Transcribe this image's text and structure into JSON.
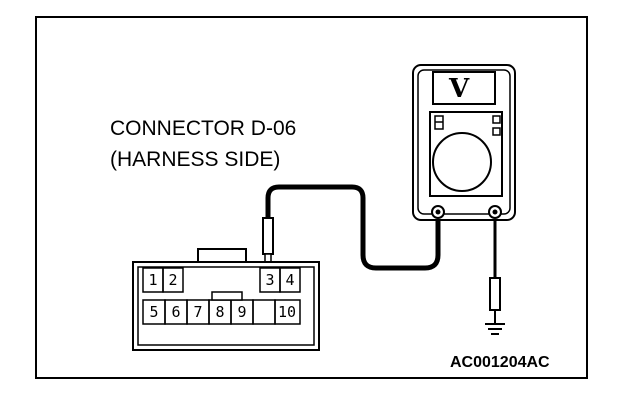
{
  "labels": {
    "connector_title": "CONNECTOR D-06",
    "connector_side": "(HARNESS SIDE)",
    "figure_code": "AC001204AC"
  },
  "meter": {
    "unit_symbol": "V"
  },
  "connector": {
    "pins_top": [
      "1",
      "2",
      "3",
      "4"
    ],
    "pins_bottom": [
      "5",
      "6",
      "7",
      "8",
      "9",
      "10"
    ],
    "probed_pin": "3"
  },
  "icons": [
    "voltmeter-icon",
    "ground-icon",
    "probe-icon"
  ]
}
